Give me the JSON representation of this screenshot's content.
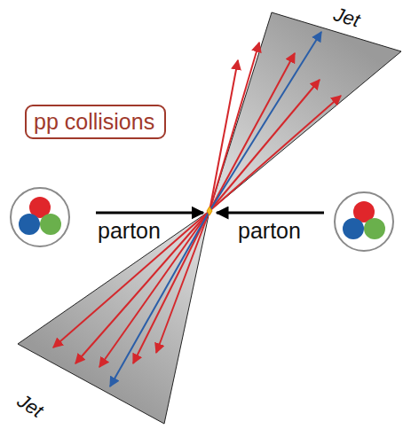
{
  "diagram": {
    "nodes": [
      {
        "text": [
          "pp collisions"
        ]
      }
    ],
    "labels": [
      "Jet",
      "parton",
      "parton",
      "Jet"
    ]
  }
}
